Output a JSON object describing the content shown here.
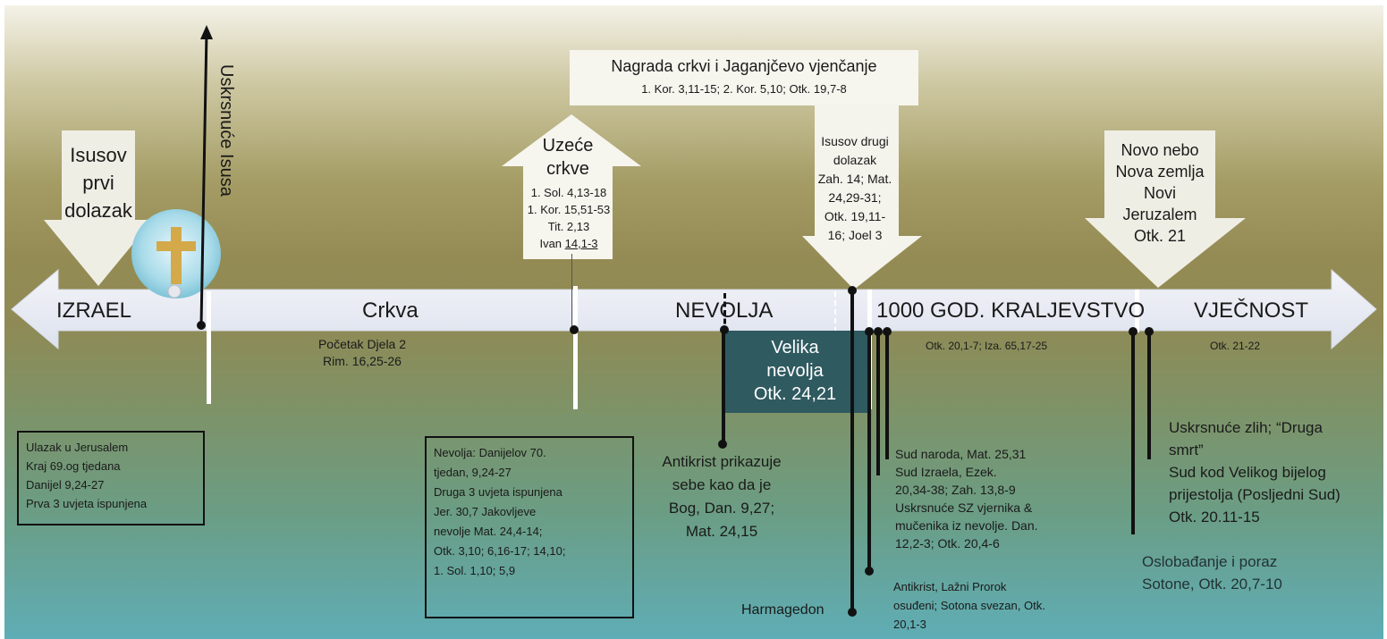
{
  "timeline": {
    "eras": [
      "IZRAEL",
      "Crkva",
      "NEVOLJA",
      "1000 GOD. KRALJEVSTVO",
      "VJEČNOST"
    ]
  },
  "resurrection": {
    "label": "Uskrsnuće Isusa"
  },
  "first_coming": {
    "lines": [
      "Isusov",
      "prvi",
      "dolazak"
    ]
  },
  "rapture": {
    "title": [
      "Uzeće",
      "crkve"
    ],
    "refs": [
      "1. Sol. 4,13-18",
      "1. Kor. 15,51-53",
      "Tit. 2,13"
    ],
    "ivan_prefix": "Ivan ",
    "ivan_ref": "14,1-3"
  },
  "reward": {
    "title": "Nagrada crkvi i Jaganjčevo vjenčanje",
    "refs": "1. Kor. 3,11-15; 2. Kor. 5,10; Otk. 19,7-8"
  },
  "second_coming": {
    "lines": [
      "Isusov drugi",
      "dolazak",
      "Zah. 14; Mat.",
      "24,29-31;",
      "Otk. 19,11-",
      "16; Joel 3"
    ]
  },
  "new_heaven": {
    "lines": [
      "Novo nebo",
      "Nova zemlja",
      "Novi",
      "Jeruzalem",
      "Otk. 21"
    ]
  },
  "church_refs": [
    "Početak Djela 2",
    "Rim. 16,25-26"
  ],
  "great_tribulation": {
    "lines": [
      "Velika",
      "nevolja",
      "Otk. 24,21"
    ]
  },
  "kingdom_refs": "Otk. 20,1-7; Iza. 65,17-25",
  "eternity_refs": "Otk. 21-22",
  "israel_box": {
    "lines": [
      "Ulazak u Jerusalem",
      "Kraj 69.og tjedana",
      "Danijel 9,24-27",
      "Prva 3 uvjeta ispunjena"
    ]
  },
  "tribulation_box": {
    "lines": [
      "Nevolja: Danijelov 70.",
      "tjedan, 9,24-27",
      "Druga 3 uvjeta ispunjena",
      "Jer. 30,7 Jakovljeve",
      "nevolje Mat. 24,4-14;",
      "Otk. 3,10; 6,16-17; 14,10;",
      "1. Sol. 1,10; 5,9"
    ]
  },
  "antichrist": {
    "lines": [
      "Antikrist prikazuje",
      "sebe kao da je",
      "Bog, Dan. 9,27;",
      "Mat. 24,15"
    ]
  },
  "judgments": {
    "lines": [
      "Sud naroda, Mat. 25,31",
      "Sud Izraela, Ezek.",
      "20,34-38; Zah. 13,8-9",
      "Uskrsnuće SZ vjernika &",
      "mučenika iz nevolje. Dan.",
      "12,2-3; Otk. 20,4-6"
    ]
  },
  "antichrist_condemned": {
    "lines": [
      "Antikrist, Lažni Prorok",
      "osuđeni; Sotona svezan, Otk.",
      "20,1-3"
    ]
  },
  "harmagedon": "Harmagedon",
  "final_judgment": {
    "lines": [
      "Uskrsnuće zlih; “Druga",
      "smrt”",
      "Sud kod Velikog bijelog",
      "prijestolja (Posljedni Sud)",
      "Otk. 20.11-15"
    ]
  },
  "satan_release": {
    "lines": [
      "Oslobađanje i poraz",
      "Sotone, Otk. 20,7-10"
    ]
  },
  "colors": {
    "tribulation_box": "#2f5a60",
    "timeline": "#e8ebf3"
  }
}
